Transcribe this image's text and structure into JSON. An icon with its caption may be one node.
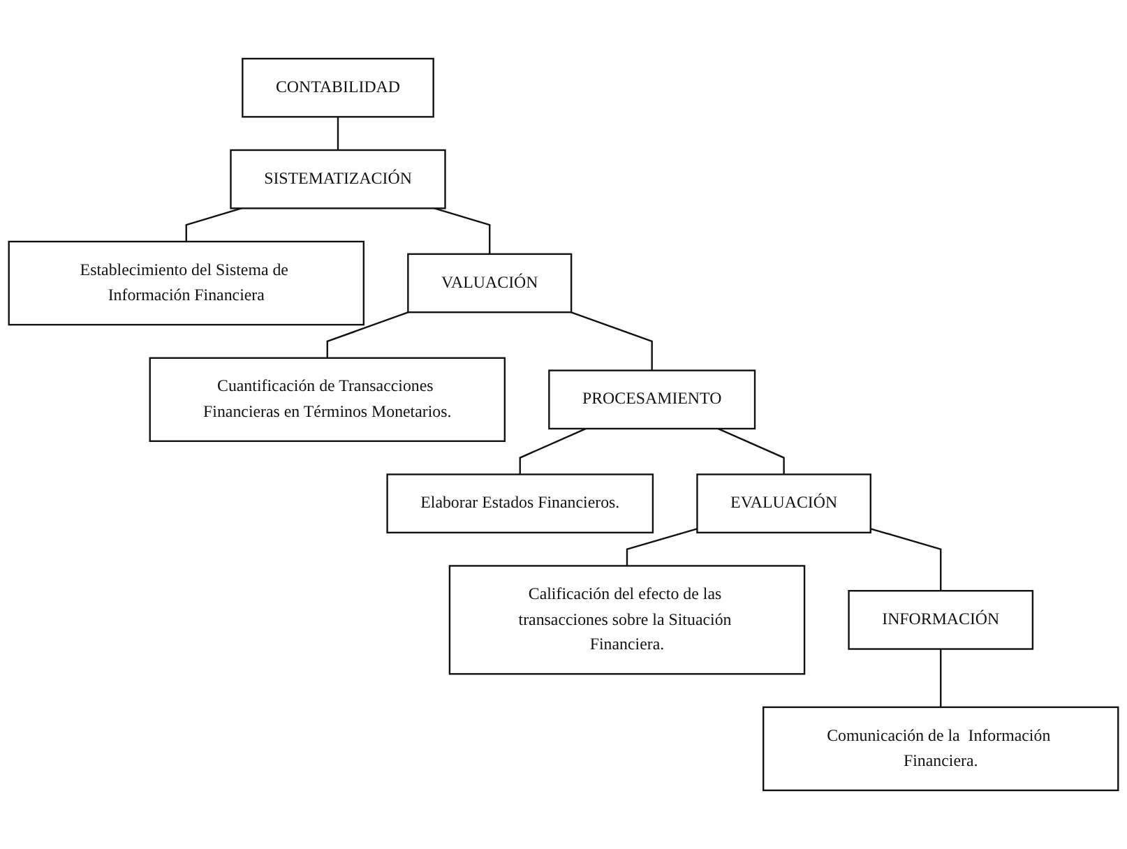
{
  "diagram": {
    "nodes": [
      {
        "text": [
          "CONTABILIDAD"
        ]
      },
      {
        "text": [
          "SISTEMATIZACIÓN"
        ]
      },
      {
        "text": [
          "Establecimiento del Sistema de Información Financiera"
        ]
      },
      {
        "text": [
          "VALUACIÓN"
        ]
      },
      {
        "text": [
          "Cuantificación de Transacciones Financieras en Términos Monetarios."
        ]
      },
      {
        "text": [
          "PROCESAMIENTO"
        ]
      },
      {
        "text": [
          "Elaborar Estados Financieros."
        ]
      },
      {
        "text": [
          "EVALUACIÓN"
        ]
      },
      {
        "text": [
          "Calificación del efecto de las transacciones sobre la Situación Financiera."
        ]
      },
      {
        "text": [
          "INFORMACIÓN"
        ]
      },
      {
        "text": [
          "Comunicación de la  Información Financiera."
        ]
      }
    ],
    "edges": [
      {
        "from": 0,
        "to": 1,
        "arrow": "none"
      },
      {
        "from": 1,
        "to": 2,
        "arrow": "none"
      },
      {
        "from": 1,
        "to": 3,
        "arrow": "none"
      },
      {
        "from": 3,
        "to": 4,
        "arrow": "none"
      },
      {
        "from": 3,
        "to": 5,
        "arrow": "none"
      },
      {
        "from": 5,
        "to": 6,
        "arrow": "none"
      },
      {
        "from": 5,
        "to": 7,
        "arrow": "none"
      },
      {
        "from": 7,
        "to": 8,
        "arrow": "none"
      },
      {
        "from": 7,
        "to": 9,
        "arrow": "none"
      },
      {
        "from": 9,
        "to": 10,
        "arrow": "none"
      }
    ]
  }
}
